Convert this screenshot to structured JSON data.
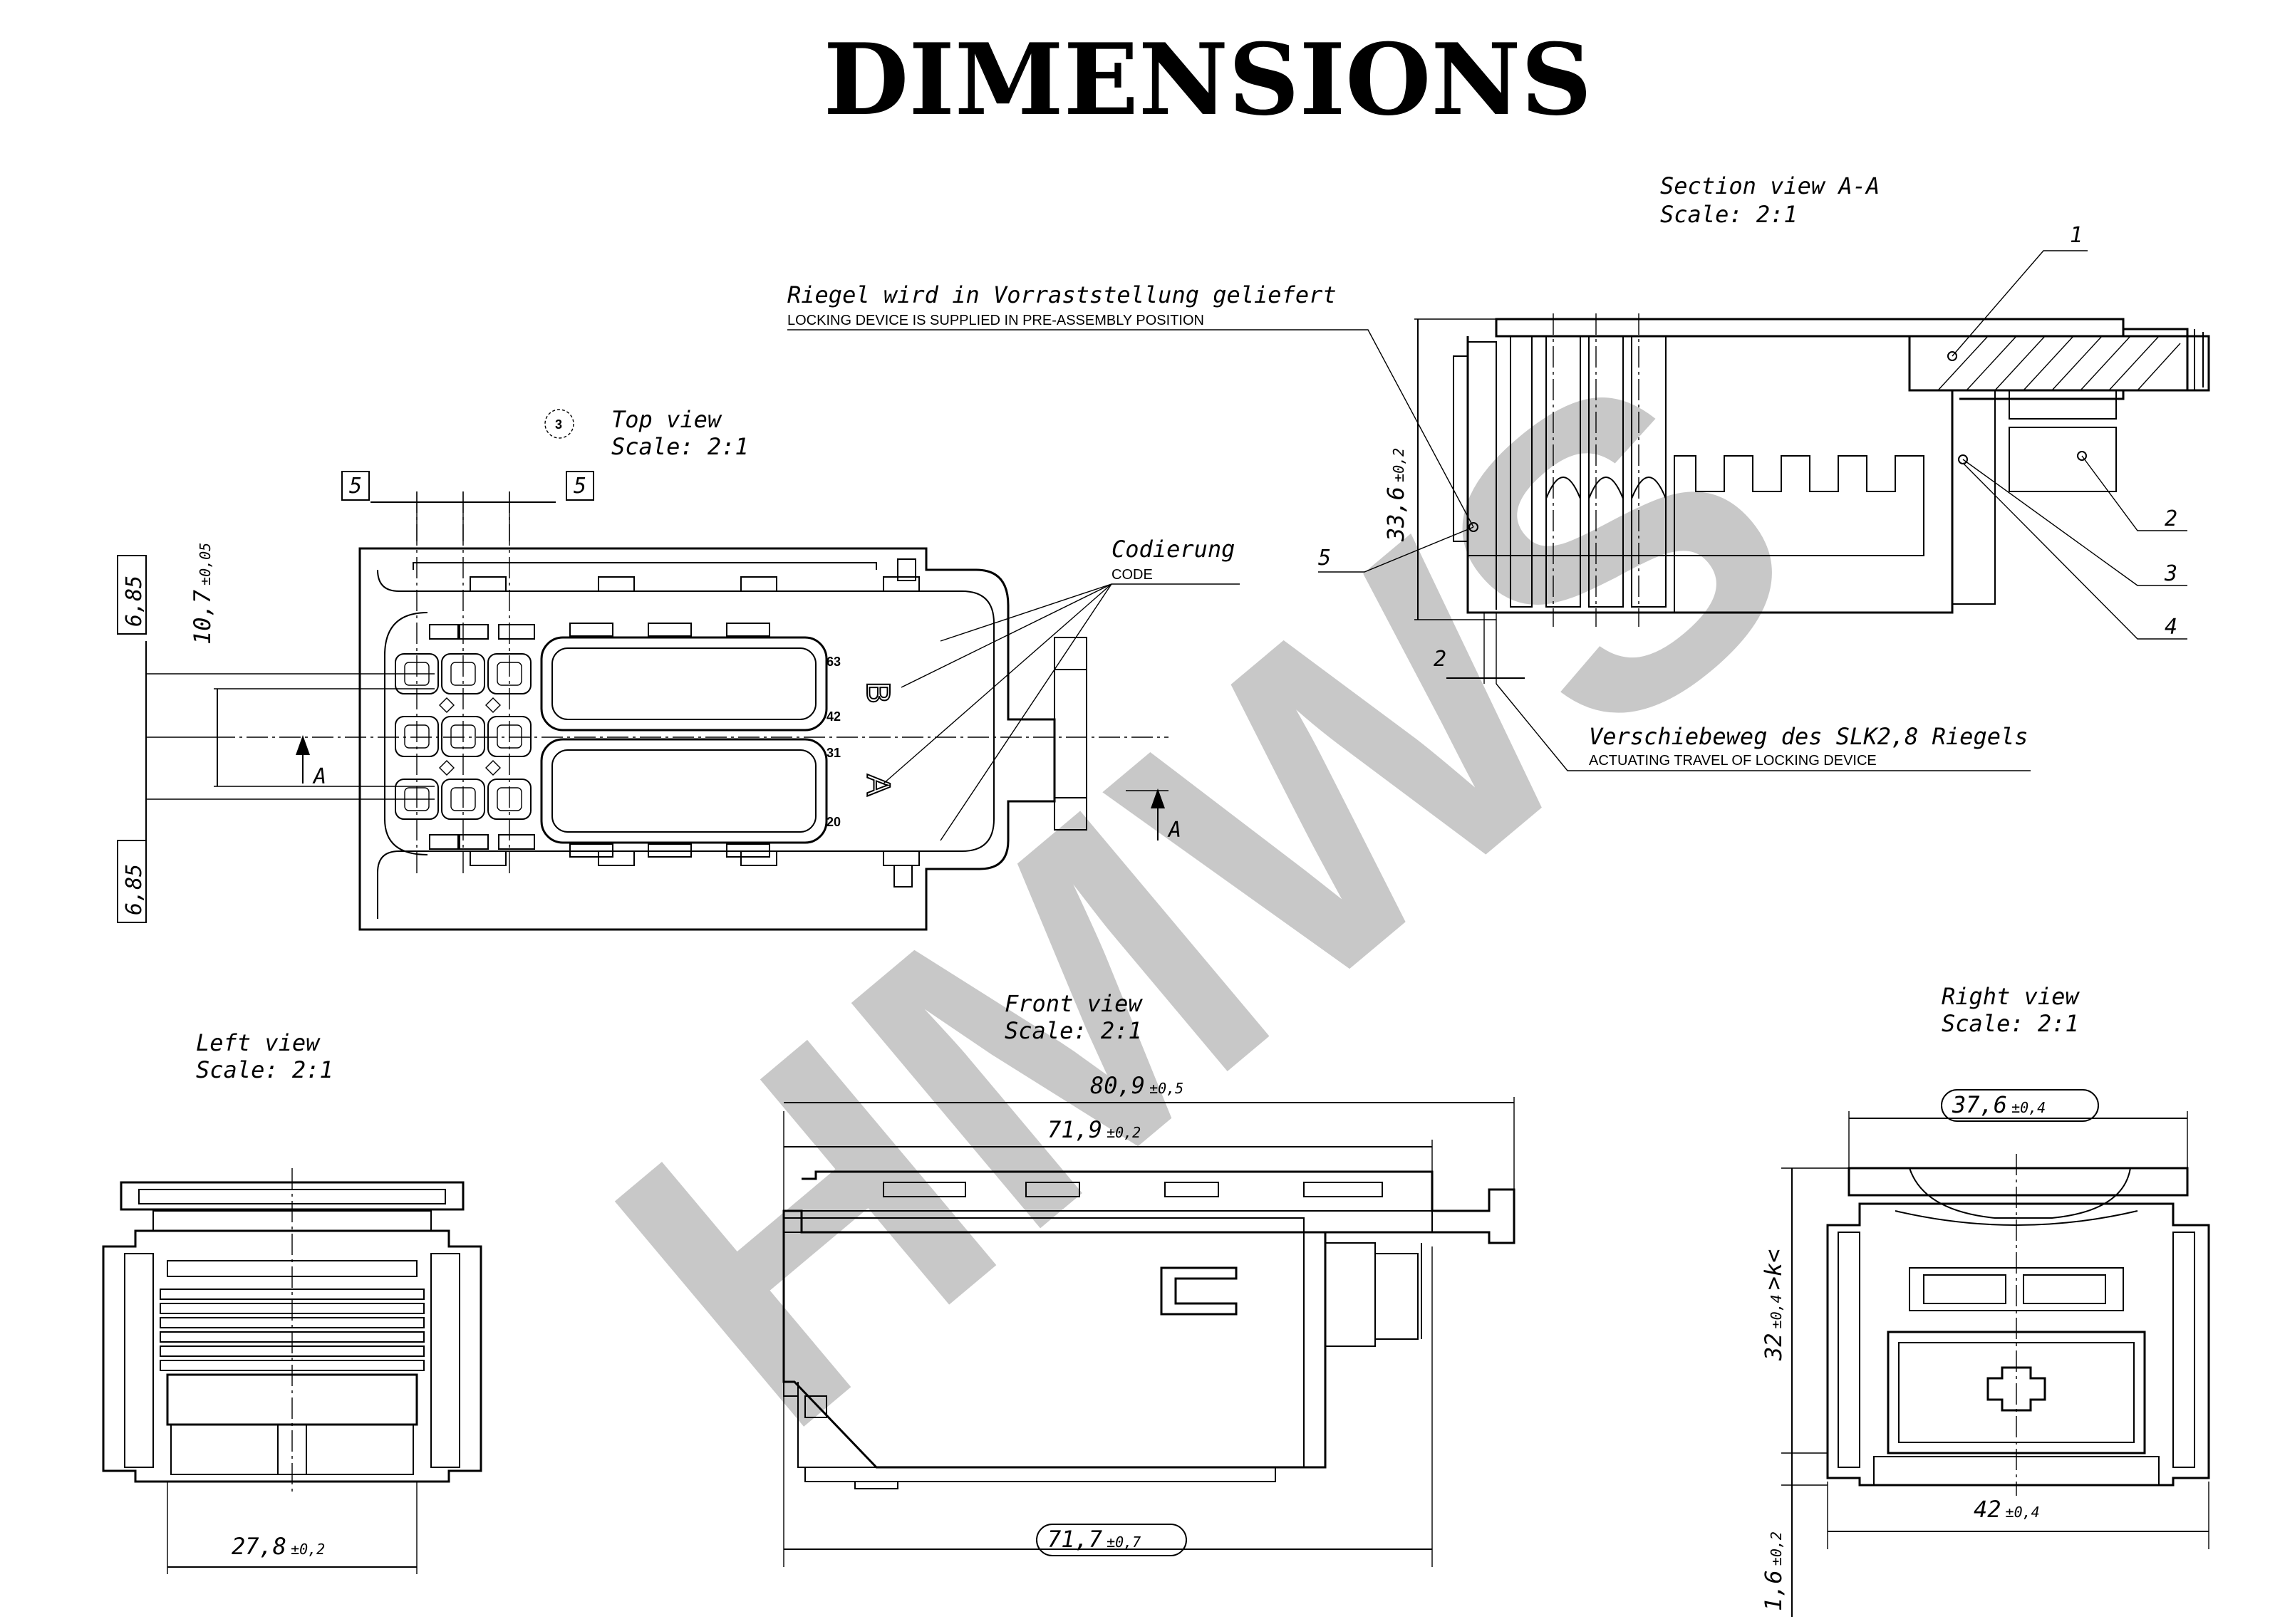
{
  "title": "DIMENSIONS",
  "watermark": "HMWS",
  "views": {
    "section": {
      "title": "Section view A-A",
      "scale": "Scale:  2:1"
    },
    "top": {
      "title": "Top view",
      "scale": "Scale:  2:1",
      "detail_marker": "3"
    },
    "left": {
      "title": "Left view",
      "scale": "Scale:  2:1"
    },
    "front": {
      "title": "Front view",
      "scale": "Scale:  2:1"
    },
    "right": {
      "title": "Right view",
      "scale": "Scale:  2:1"
    }
  },
  "notes": {
    "riegel_de": "Riegel wird in Vorraststellung geliefert",
    "riegel_en": "LOCKING DEVICE IS SUPPLIED IN PRE-ASSEMBLY POSITION",
    "codierung_de": "Codierung",
    "codierung_en": "CODE",
    "verschiebeweg_de": "Verschiebeweg des SLK2,8 Riegels",
    "verschiebeweg_en": "ACTUATING TRAVEL OF LOCKING DEVICE"
  },
  "balloons": [
    "1",
    "2",
    "3",
    "4",
    "5"
  ],
  "section_marker": "A",
  "code_letters": {
    "b": "B",
    "a": "A"
  },
  "pin_numbers": [
    "63",
    "42",
    "31",
    "20"
  ],
  "dims": {
    "section_height": {
      "value": "33,6",
      "tol": "±0,2"
    },
    "travel": {
      "value": "2"
    },
    "top_spacing_left": "5",
    "top_spacing_right": "5",
    "top_row_upper": "6,85",
    "top_row_lower": "6,85",
    "top_span": {
      "value": "10,7",
      "tol": "±0,05"
    },
    "left_width": {
      "value": "27,8",
      "tol": "±0,2"
    },
    "front_overall": {
      "value": "80,9",
      "tol": "±0,5"
    },
    "front_body": {
      "value": "71,9",
      "tol": "±0,2"
    },
    "front_bottom": {
      "value": "71,7",
      "tol": "±0,7"
    },
    "right_top": {
      "value": "37,6",
      "tol": "±0,4"
    },
    "right_bottom": {
      "value": "42",
      "tol": "±0,4"
    },
    "right_height": {
      "value": "32",
      "tol": "±0,4",
      "suffix": ">k<"
    },
    "right_foot": {
      "value": "1,6",
      "tol": "±0,2"
    }
  }
}
